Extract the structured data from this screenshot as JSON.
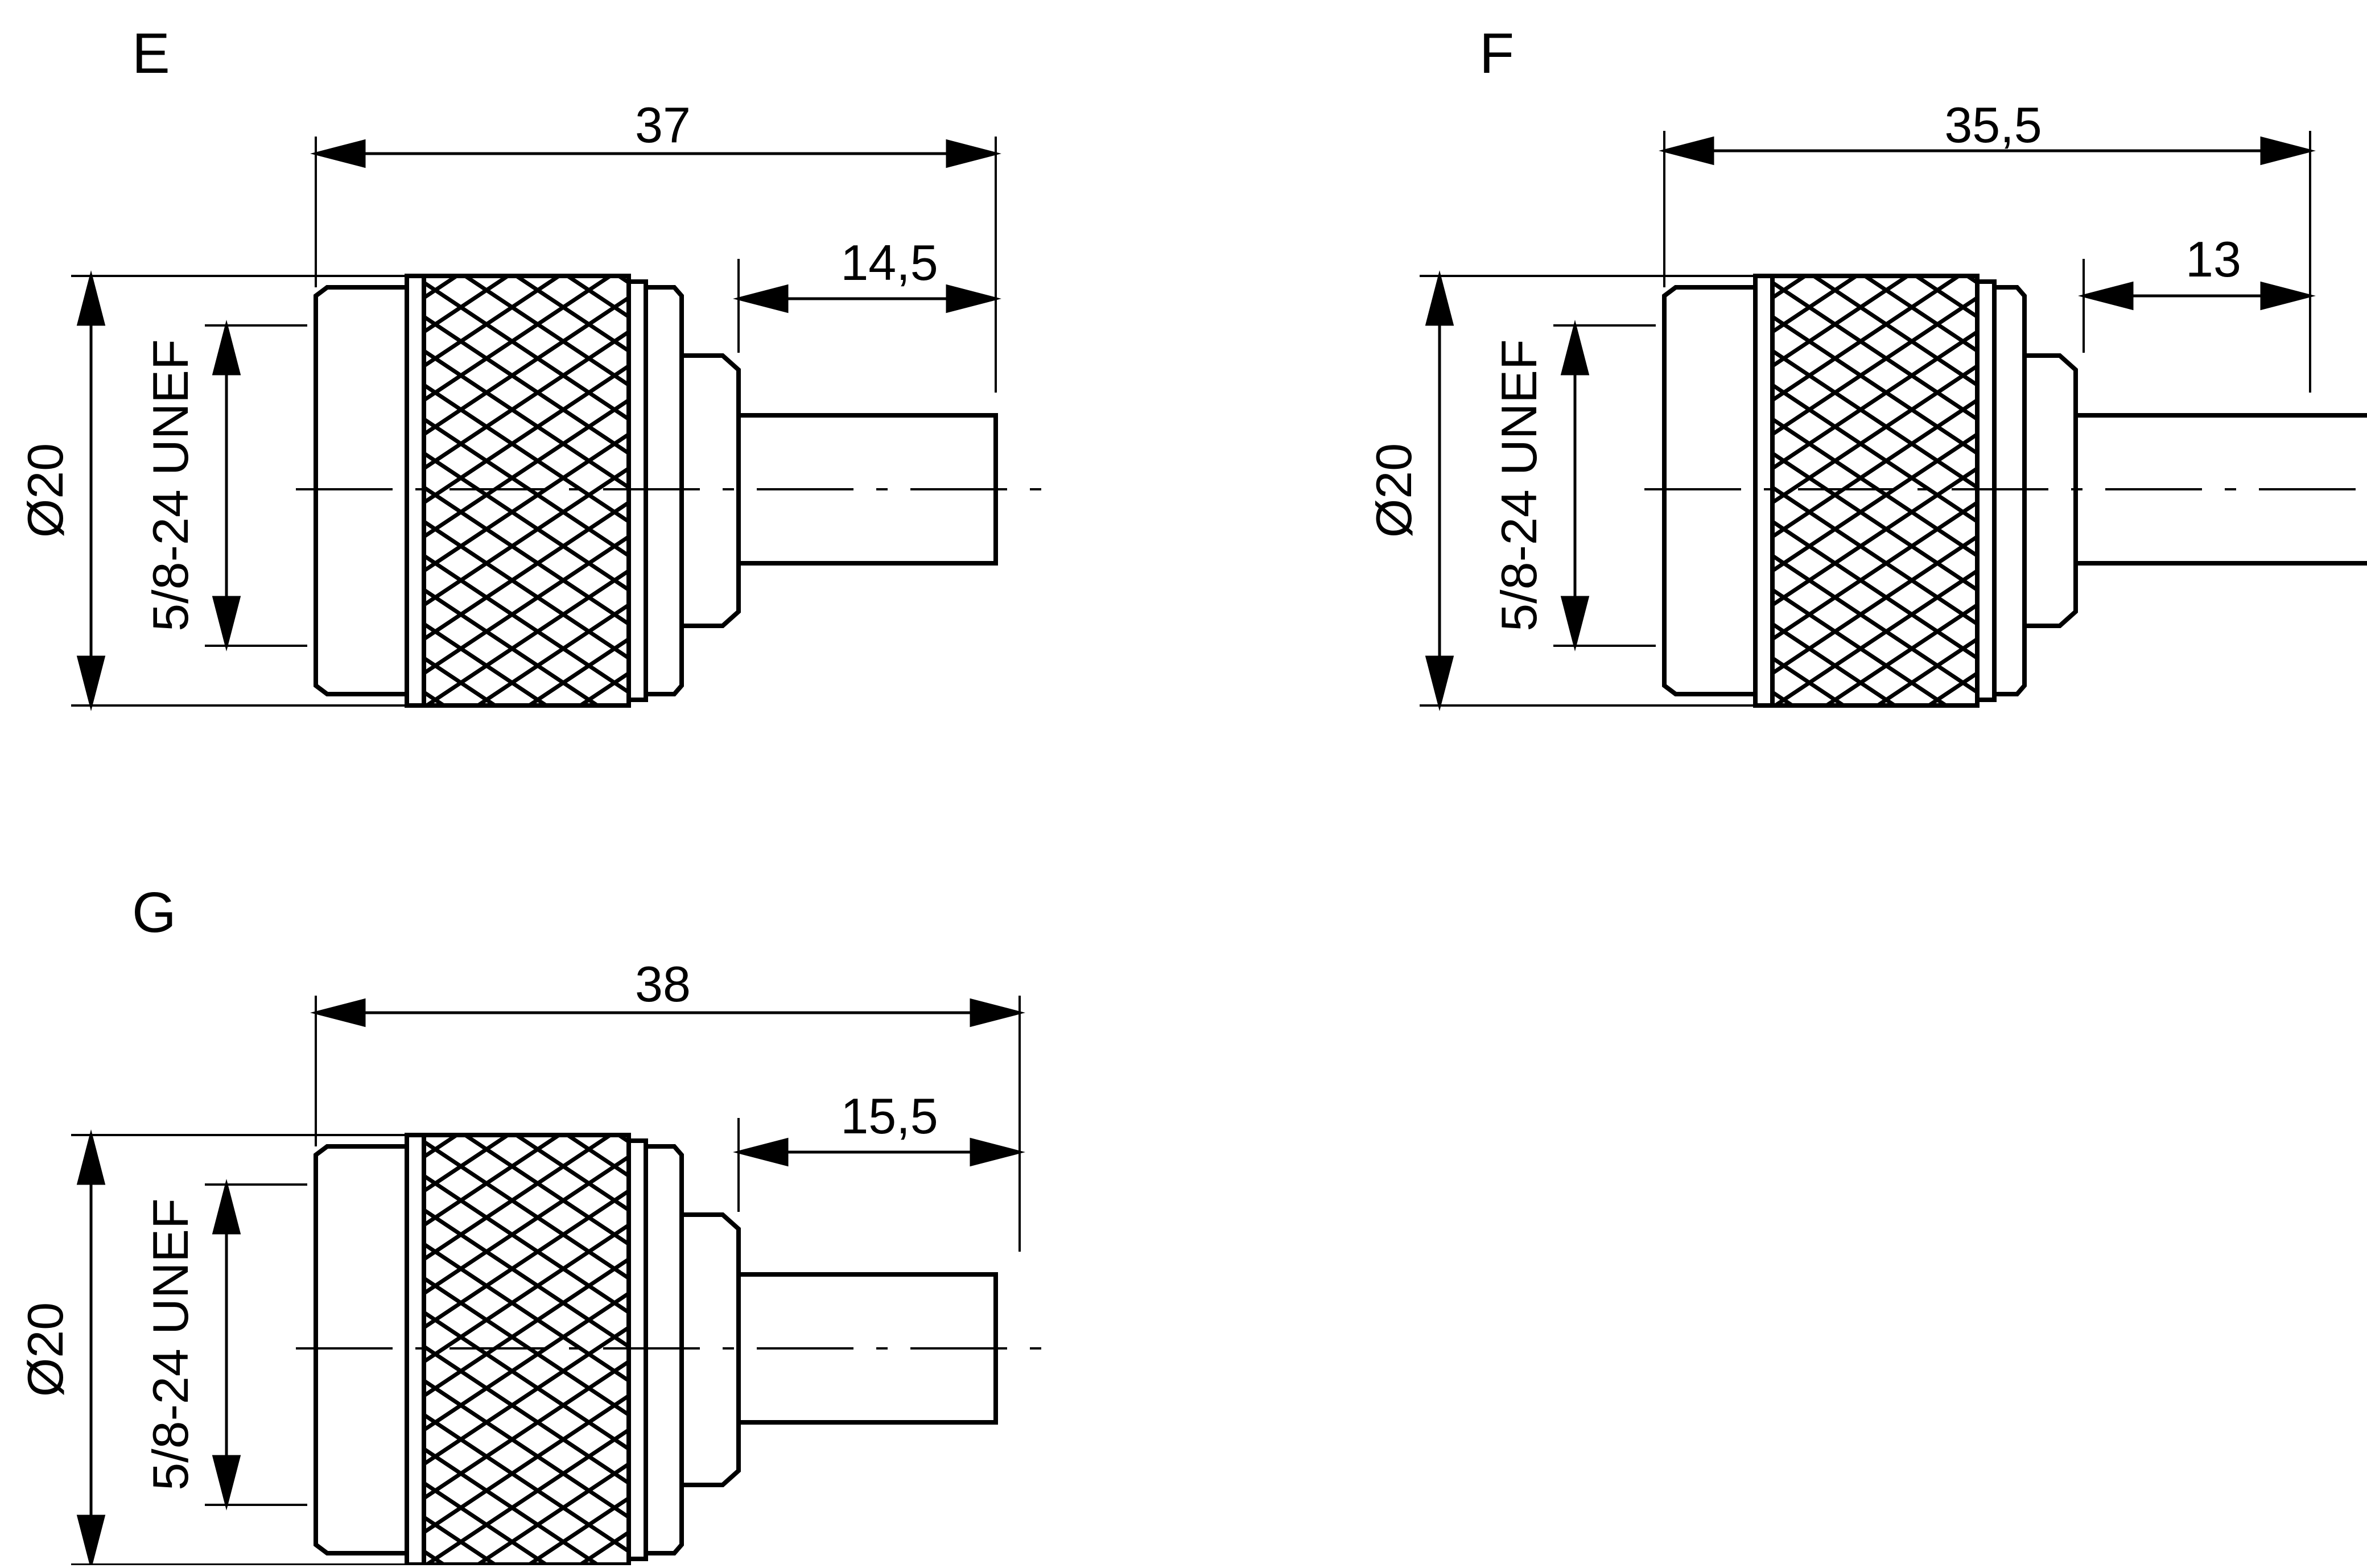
{
  "drawings": [
    {
      "id": "E",
      "label": "E",
      "overall_length": "37",
      "pin_length": "14,5",
      "diameter": "Ø20",
      "thread": "5/8-24 UNEF"
    },
    {
      "id": "F",
      "label": "F",
      "overall_length": "35,5",
      "pin_length": "13",
      "diameter": "Ø20",
      "thread": "5/8-24 UNEF"
    },
    {
      "id": "G",
      "label": "G",
      "overall_length": "38",
      "pin_length": "15,5",
      "diameter": "Ø20",
      "thread": "5/8-24 UNEF"
    }
  ],
  "colors": {
    "line": "#000000",
    "background": "#ffffff"
  }
}
